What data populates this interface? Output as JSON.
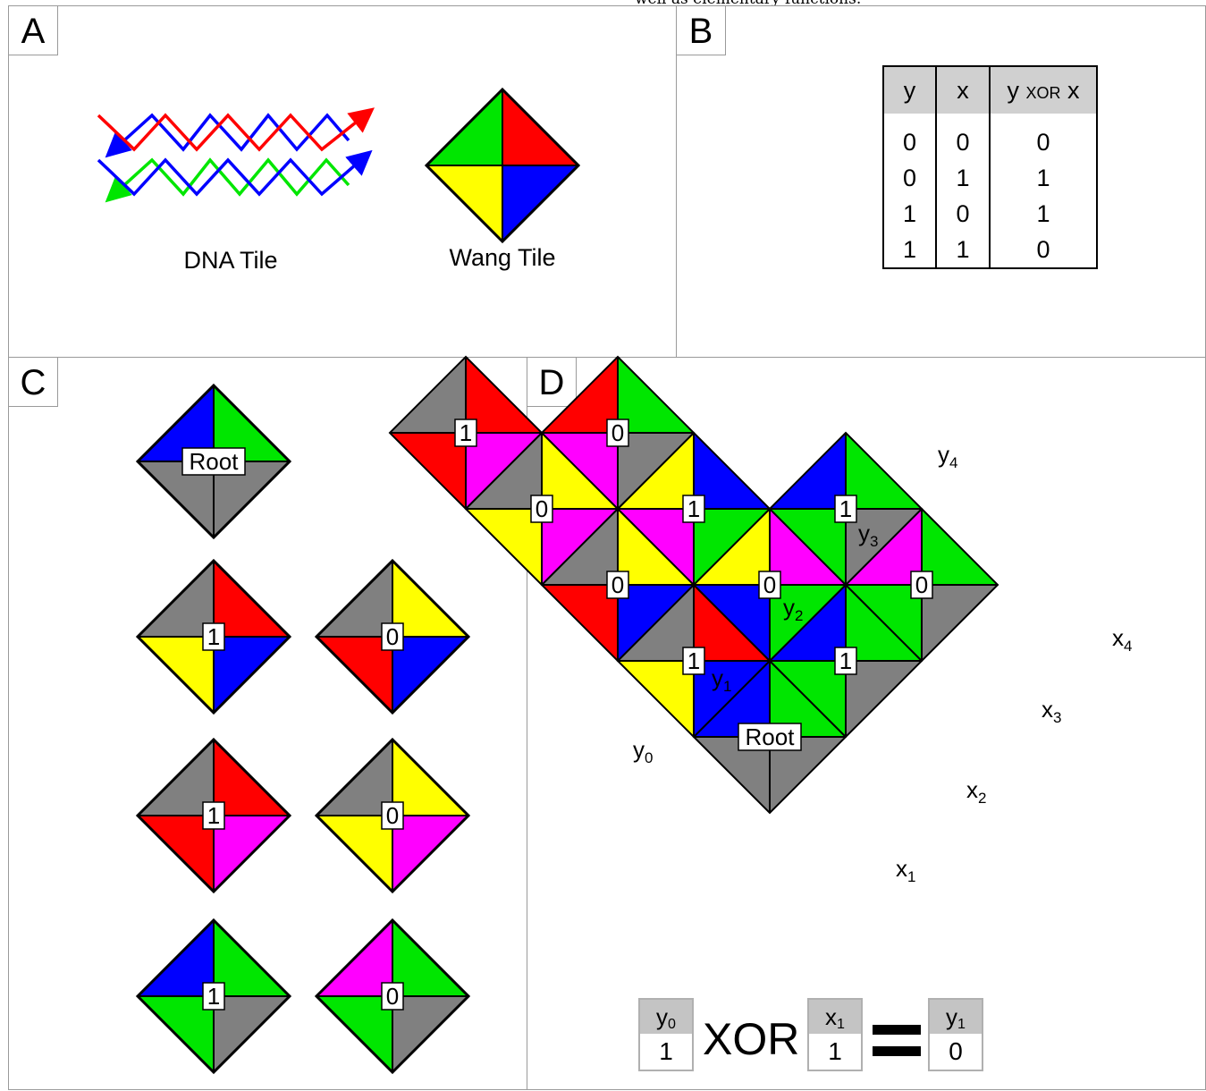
{
  "caption_fragment": "well as elementary functions.",
  "panels": {
    "a": {
      "letter": "A",
      "dna_label": "DNA Tile",
      "wang_label": "Wang Tile",
      "wang_colors": {
        "top": "#ff0000",
        "right": "#0000ff",
        "bottom": "#ffff00",
        "left": "#00e600"
      }
    },
    "b": {
      "letter": "B",
      "table": {
        "headers": {
          "y": "y",
          "x": "x",
          "out_a": "y",
          "out_op": "XOR",
          "out_b": "x"
        },
        "rows": [
          [
            "0",
            "0",
            "0"
          ],
          [
            "0",
            "1",
            "1"
          ],
          [
            "1",
            "0",
            "1"
          ],
          [
            "1",
            "1",
            "0"
          ]
        ]
      }
    },
    "c": {
      "letter": "C",
      "tiles": [
        {
          "label": "Root",
          "colors": {
            "nw": "#0000ff",
            "ne": "#00e600",
            "se": "#808080",
            "sw": "#808080"
          }
        },
        {
          "label": "1",
          "colors": {
            "nw": "#808080",
            "ne": "#ff0000",
            "se": "#0000ff",
            "sw": "#ffff00"
          }
        },
        {
          "label": "0",
          "colors": {
            "nw": "#808080",
            "ne": "#ffff00",
            "se": "#0000ff",
            "sw": "#ff0000"
          }
        },
        {
          "label": "1",
          "colors": {
            "nw": "#808080",
            "ne": "#ff0000",
            "se": "#ff00ff",
            "sw": "#ff0000"
          }
        },
        {
          "label": "0",
          "colors": {
            "nw": "#808080",
            "ne": "#ffff00",
            "se": "#ff00ff",
            "sw": "#ffff00"
          }
        },
        {
          "label": "1",
          "colors": {
            "nw": "#0000ff",
            "ne": "#00e600",
            "se": "#808080",
            "sw": "#00e600"
          }
        },
        {
          "label": "0",
          "colors": {
            "nw": "#ff00ff",
            "ne": "#00e600",
            "se": "#808080",
            "sw": "#00e600"
          }
        }
      ]
    },
    "d": {
      "letter": "D",
      "y_labels": [
        "y",
        "y",
        "y",
        "y",
        "y"
      ],
      "y_subs": [
        "0",
        "1",
        "2",
        "3",
        "4"
      ],
      "x_labels": [
        "x",
        "x",
        "x",
        "x"
      ],
      "x_subs": [
        "1",
        "2",
        "3",
        "4"
      ],
      "root_label": "Root",
      "tile_values": [
        "1",
        "0",
        "0",
        "1",
        "1",
        "1",
        "0",
        "1",
        "0",
        "0"
      ],
      "equation": {
        "left_head": "y",
        "left_sub": "0",
        "left_val": "1",
        "op": "XOR",
        "mid_head": "x",
        "mid_sub": "1",
        "mid_val": "1",
        "right_head": "y",
        "right_sub": "1",
        "right_val": "0"
      }
    }
  }
}
